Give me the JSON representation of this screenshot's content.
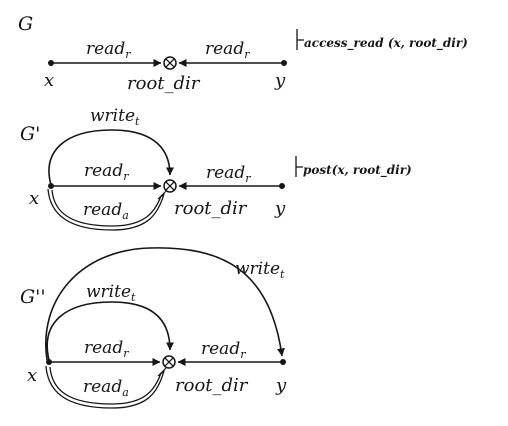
{
  "graphs": [
    {
      "name": "G",
      "rule": "access_read (x, root_dir)",
      "nodes": {
        "left": "x",
        "center": "root_dir",
        "right": "y"
      },
      "edges": {
        "left": {
          "text": "read",
          "sub": "r"
        },
        "right": {
          "text": "read",
          "sub": "r"
        }
      }
    },
    {
      "name": "G'",
      "rule": "post(x, root_dir)",
      "nodes": {
        "left": "x",
        "center": "root_dir",
        "right": "y"
      },
      "edges": {
        "write": {
          "text": "write",
          "sub": "t"
        },
        "left": {
          "text": "read",
          "sub": "r"
        },
        "right": {
          "text": "read",
          "sub": "r"
        },
        "derived": {
          "text": "read",
          "sub": "a"
        }
      }
    },
    {
      "name": "G''",
      "nodes": {
        "left": "x",
        "center": "root_dir",
        "right": "y"
      },
      "edges": {
        "long_write": {
          "text": "write",
          "sub": "t"
        },
        "write": {
          "text": "write",
          "sub": "t"
        },
        "left": {
          "text": "read",
          "sub": "r"
        },
        "right": {
          "text": "read",
          "sub": "r"
        },
        "derived": {
          "text": "read",
          "sub": "a"
        }
      }
    }
  ]
}
